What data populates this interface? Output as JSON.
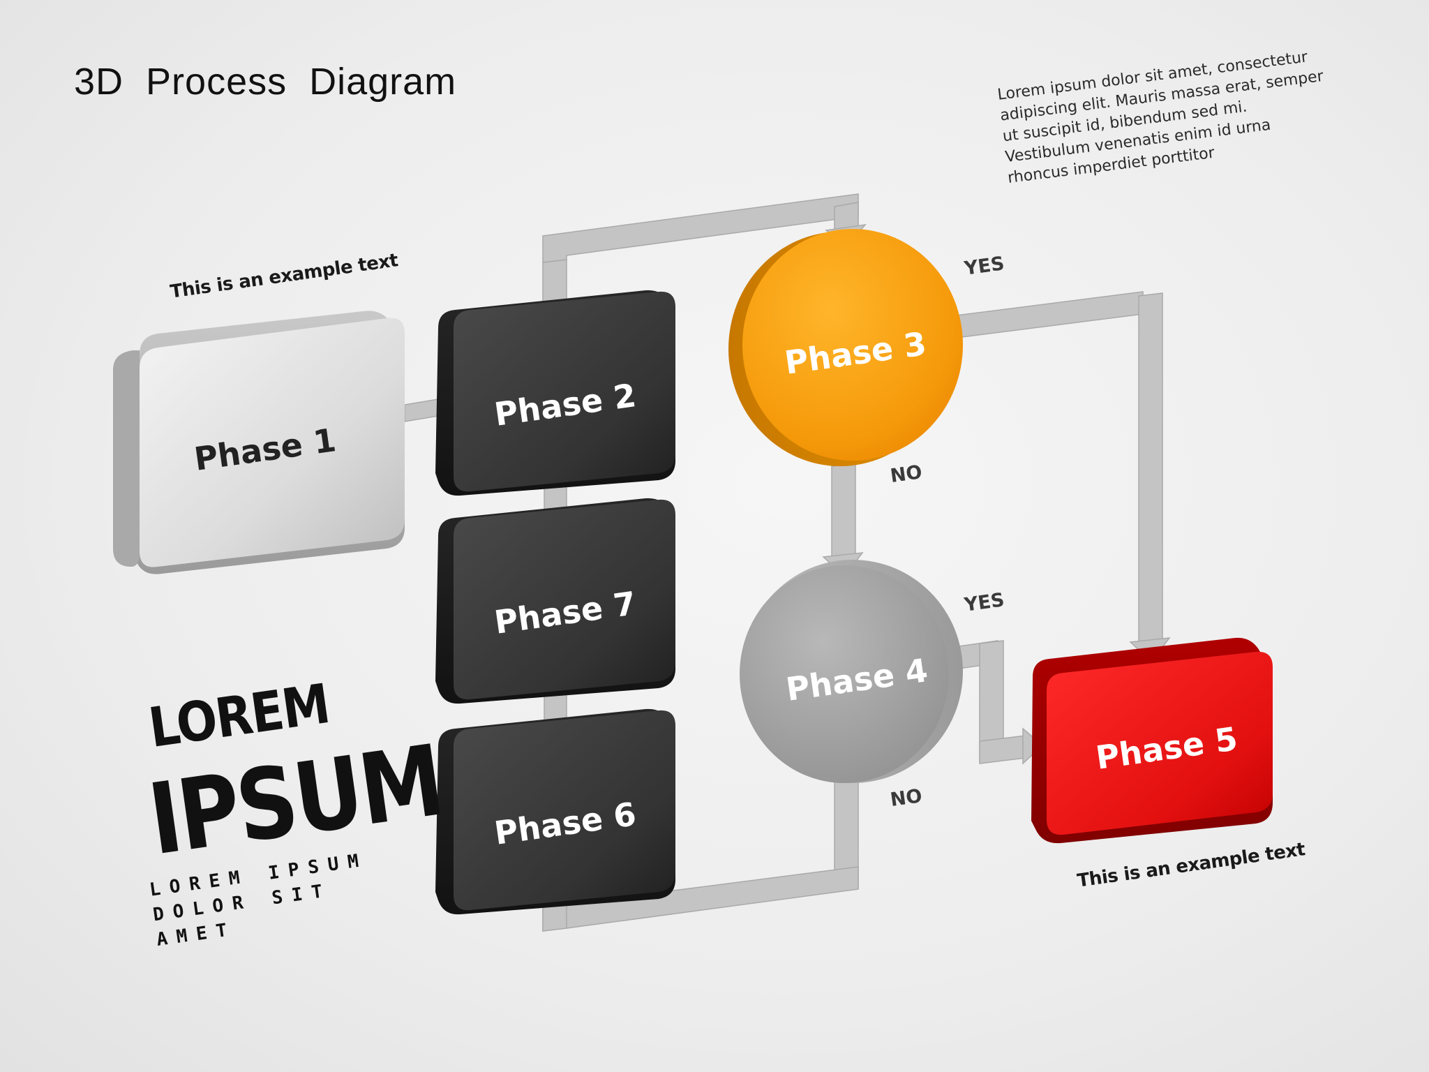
{
  "title": "3D  Process  Diagram",
  "description": "Lorem ipsum dolor sit amet, consectetur adipiscing elit. Mauris massa erat, semper ut suscipit id, bibendum sed mi. Vestibulum venenatis enim id urna rhoncus imperdiet porttitor",
  "example_text_1": "This is an example text",
  "example_text_2": "This is an example text",
  "phases": {
    "p1": "Phase 1",
    "p2": "Phase 2",
    "p3": "Phase 3",
    "p4": "Phase 4",
    "p5": "Phase 5",
    "p6": "Phase 6",
    "p7": "Phase 7"
  },
  "decisions": {
    "p3_yes": "YES",
    "p3_no": "NO",
    "p4_yes": "YES",
    "p4_no": "NO"
  },
  "branding": {
    "line1": "LOREM",
    "line2": "IPSUM",
    "tagline": "LOREM IPSUM DOLOR SIT AMET"
  },
  "colors": {
    "phase1": "#d9d9d9",
    "dark_phase": "#3a3a3a",
    "phase3": "#f7a10c",
    "phase4": "#a8a8a8",
    "phase5": "#e01010",
    "connector": "#bdbdbd"
  }
}
